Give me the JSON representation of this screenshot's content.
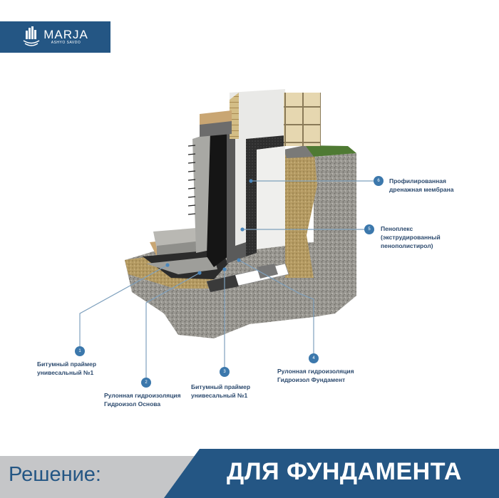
{
  "brand": {
    "name": "MARJA",
    "subtitle": "ASHYO SAVDO",
    "color": "#245684"
  },
  "callouts": [
    {
      "number": "1",
      "line1": "Битумный праймер",
      "line2": "унивесальный №1"
    },
    {
      "number": "2",
      "line1": "Рулонная гидроизоляция",
      "line2": "Гидроизол Основа"
    },
    {
      "number": "3",
      "line1": "Битумный праймер",
      "line2": "унивесальный №1"
    },
    {
      "number": "4",
      "line1": "Рулонная гидроизоляция",
      "line2": "Гидроизол Фундамент"
    },
    {
      "number": "5",
      "line1": "Пеноплекс",
      "line2": "(экструдированный",
      "line3": "пенополистирол)"
    },
    {
      "number": "6",
      "line1": "Профилированная",
      "line2": "дренажная мембрана"
    }
  ],
  "footer": {
    "left_text": "Решение:",
    "right_text": "ДЛЯ ФУНДАМЕНТА"
  },
  "colors": {
    "primary_blue": "#245684",
    "footer_gray": "#c5c6c8",
    "label_text": "#2c4a6e",
    "marker": "#3c78ac",
    "leader_line": "#7ea0bd"
  }
}
